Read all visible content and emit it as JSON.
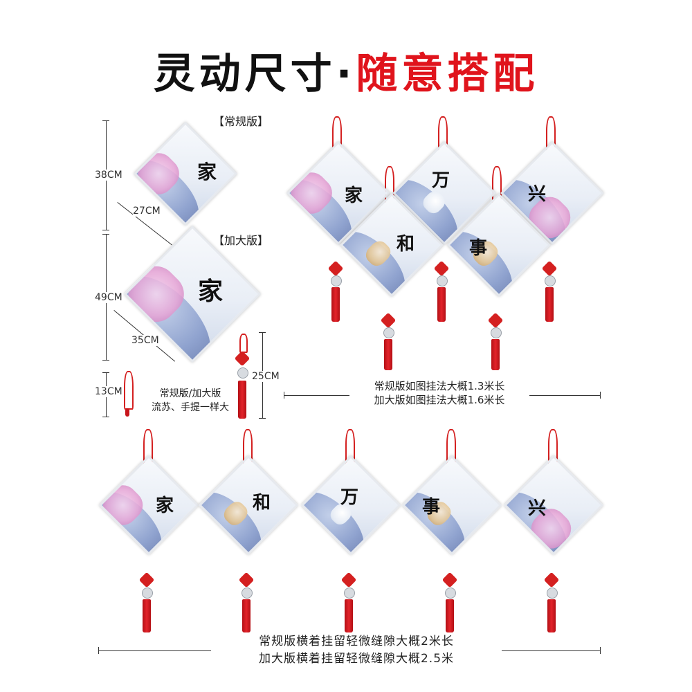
{
  "title": {
    "part1": "灵动尺寸·",
    "part2": "随意搭配"
  },
  "versions": {
    "regular": "【常规版】",
    "large": "【加大版】"
  },
  "dimensions": {
    "h_regular": "38CM",
    "w_regular": "27CM",
    "h_large": "49CM",
    "w_large": "35CM",
    "cord": "13CM",
    "tassel": "25CM"
  },
  "notes": {
    "tassel_line1": "常规版/加大版",
    "tassel_line2": "流苏、手提一样大",
    "mid_line1": "常规版如图挂法大概1.3米长",
    "mid_line2": "加大版如图挂法大概1.6米长",
    "bottom_line1": "常规版横着挂留轻微缝隙大概2米长",
    "bottom_line2": "加大版横着挂留轻微缝隙大概2.5米"
  },
  "characters": {
    "c1": "家",
    "c2": "和",
    "c3": "万",
    "c4": "事",
    "c5": "兴"
  },
  "colors": {
    "accent": "#e0141c",
    "tassel": "#d42020"
  }
}
